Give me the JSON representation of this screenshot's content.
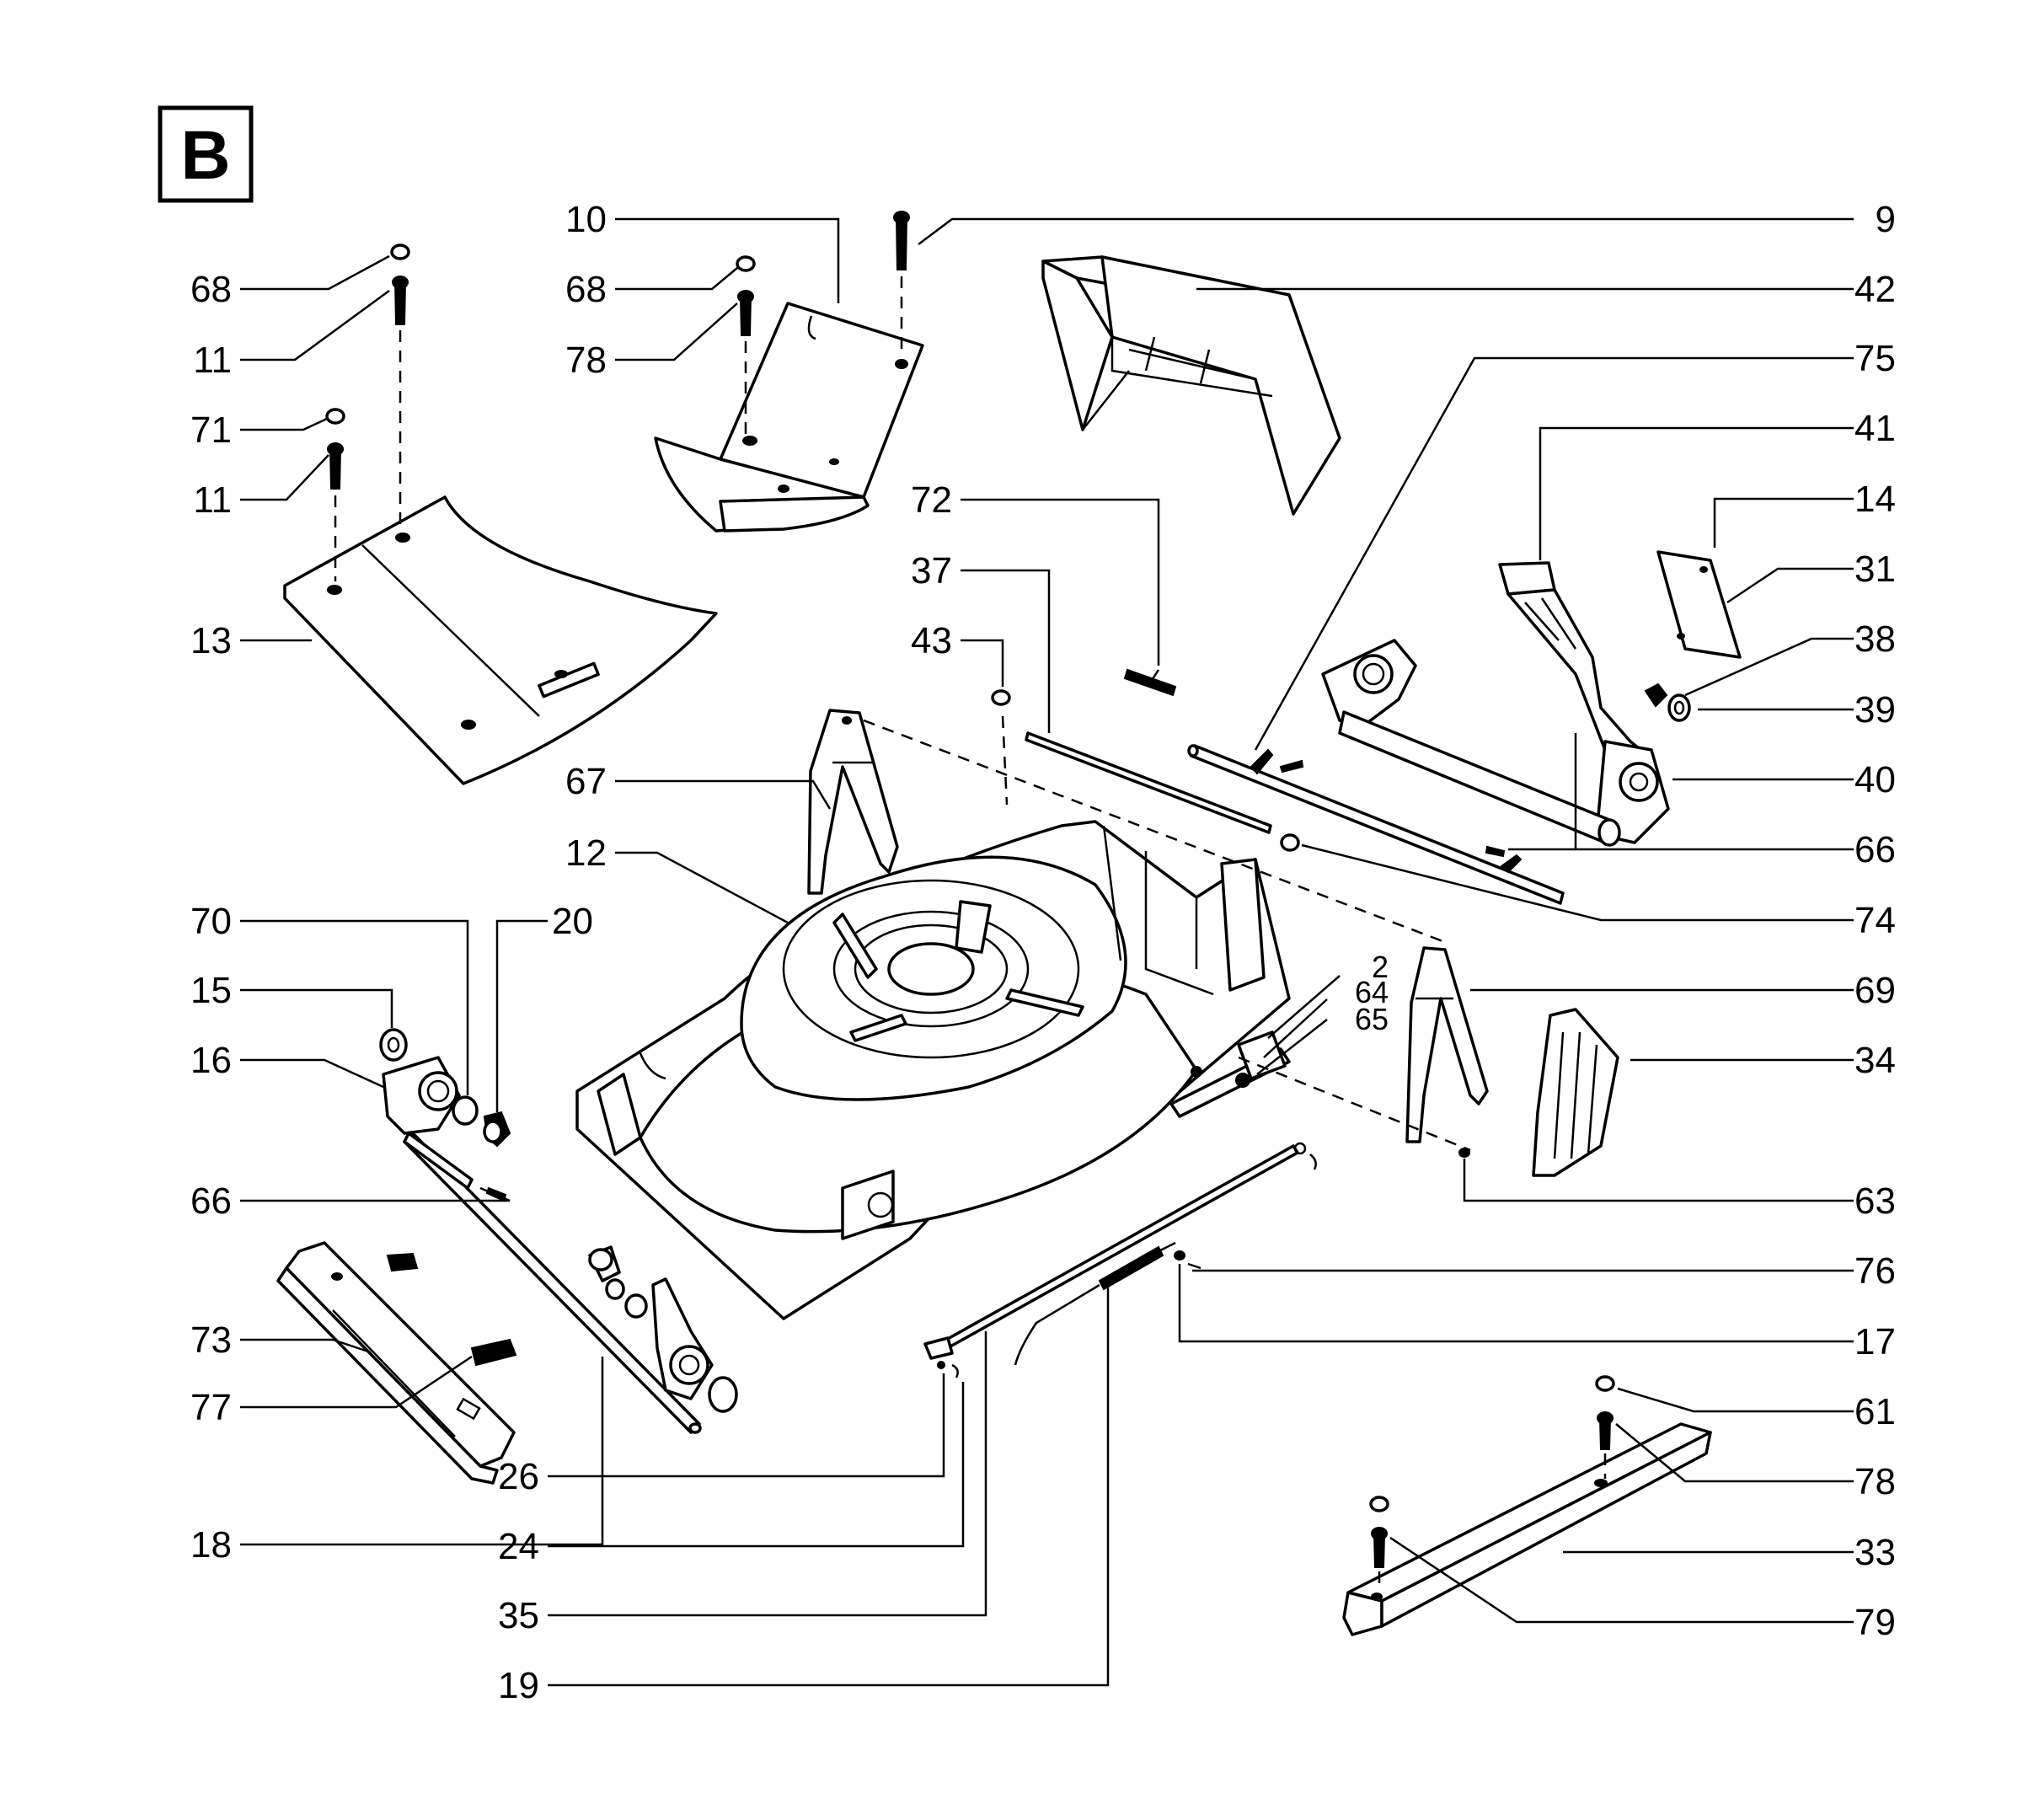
{
  "section": "B",
  "labels": {
    "l9": "9",
    "l10": "10",
    "l42": "42",
    "l75": "75",
    "l41": "41",
    "l14": "14",
    "l31": "31",
    "l38": "38",
    "l39": "39",
    "l40": "40",
    "l66r": "66",
    "l74": "74",
    "l69": "69",
    "l34": "34",
    "l63": "63",
    "l76": "76",
    "l17": "17",
    "l61": "61",
    "l78r": "78",
    "l33": "33",
    "l79": "79",
    "l68a": "68",
    "l11a": "11",
    "l71": "71",
    "l11b": "11",
    "l13": "13",
    "l68b": "68",
    "l78a": "78",
    "l72": "72",
    "l37": "37",
    "l43": "43",
    "l67": "67",
    "l12": "12",
    "l70": "70",
    "l20": "20",
    "l15": "15",
    "l16": "16",
    "l66l": "66",
    "l73": "73",
    "l77": "77",
    "l18": "18",
    "l26": "26",
    "l24": "24",
    "l35": "35",
    "l19": "19",
    "l2": "2",
    "l64": "64",
    "l65": "65"
  }
}
